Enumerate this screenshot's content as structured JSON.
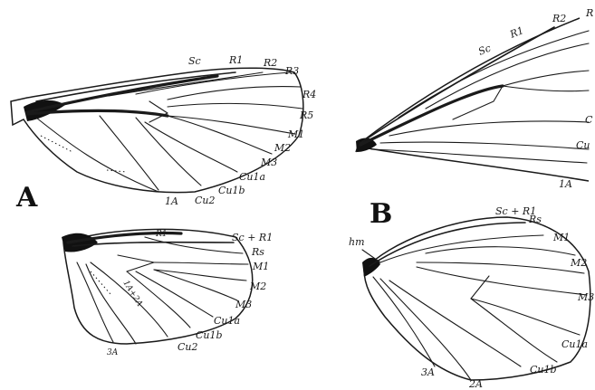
{
  "panels": {
    "a": "A",
    "b": "B"
  },
  "wingA_fore": {
    "labels": [
      "Sc",
      "R1",
      "R2",
      "R3",
      "R4",
      "R5",
      "M1",
      "M2",
      "M3",
      "Cu1a",
      "Cu1b",
      "Cu2",
      "1A"
    ]
  },
  "wingA_hind": {
    "labels": [
      "R1",
      "Sc + R1",
      "Rs",
      "M1",
      "M2",
      "M3",
      "Cu1a",
      "Cu1b",
      "Cu2",
      "1A+2A",
      "3A"
    ]
  },
  "wingB_fore": {
    "labels": [
      "Sc",
      "R1",
      "R2",
      "R",
      "C",
      "Cu",
      "1A"
    ]
  },
  "wingB_hind": {
    "labels": [
      "hm",
      "Sc + R1",
      "Rs",
      "M1",
      "M2",
      "M3",
      "Cu1a",
      "Cu1b",
      "3A",
      "2A"
    ]
  }
}
